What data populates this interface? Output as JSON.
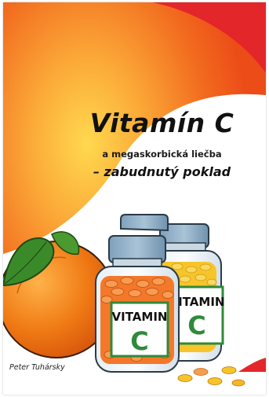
{
  "book": {
    "title": "Vitamín C",
    "subtitle": "a megaskorbická liečba",
    "tagline": "– zabudnutý poklad",
    "author": "Peter Tuhársky"
  },
  "bottles": {
    "front_label_word": "VITAMIN",
    "front_label_letter": "C",
    "back_label_word": "VITAMIN",
    "back_label_letter": "C"
  },
  "colors": {
    "background_orange": "#f0621e",
    "background_yellow": "#ffd24a",
    "accent_red": "#e3262a",
    "orange_fruit": "#ef7a14",
    "leaf_green": "#3b8a2a",
    "cap_blue": "#5e86a6",
    "tablet_orange": "#f4782a",
    "tablet_yellow": "#f7c52a",
    "label_green": "#2f8a3a"
  },
  "icons": [
    "orange-fruit-icon",
    "vitamin-bottle-icon",
    "tablet-icon"
  ]
}
